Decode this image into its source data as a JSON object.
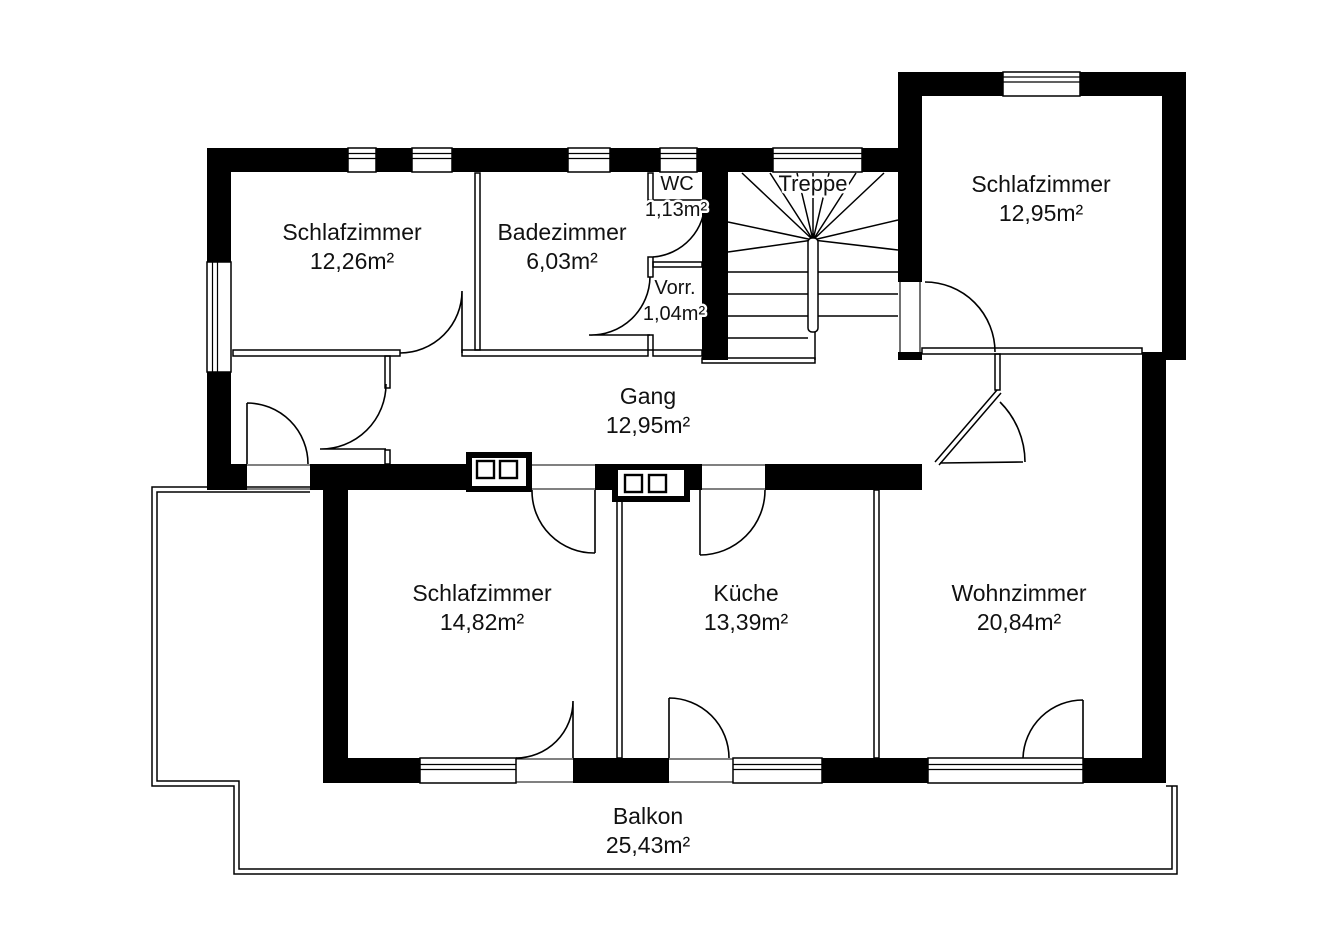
{
  "diagram": {
    "type": "floor-plan",
    "units": "m²",
    "language": "de"
  },
  "colors": {
    "line": "#000000",
    "background": "#ffffff",
    "text": "#111111"
  },
  "rooms": [
    {
      "id": "schlafzimmer-nw",
      "name": "Schlafzimmer",
      "area": "12,26m²"
    },
    {
      "id": "badezimmer",
      "name": "Badezimmer",
      "area": "6,03m²"
    },
    {
      "id": "wc",
      "name": "WC",
      "area": "1,13m²"
    },
    {
      "id": "vorraum",
      "name": "Vorr.",
      "area": "1,04m²"
    },
    {
      "id": "treppe",
      "name": "Treppe",
      "area": ""
    },
    {
      "id": "schlafzimmer-ne",
      "name": "Schlafzimmer",
      "area": "12,95m²"
    },
    {
      "id": "gang",
      "name": "Gang",
      "area": "12,95m²"
    },
    {
      "id": "schlafzimmer-sw",
      "name": "Schlafzimmer",
      "area": "14,82m²"
    },
    {
      "id": "kueche",
      "name": "Küche",
      "area": "13,39m²"
    },
    {
      "id": "wohnzimmer",
      "name": "Wohnzimmer",
      "area": "20,84m²"
    },
    {
      "id": "balkon",
      "name": "Balkon",
      "area": "25,43m²"
    }
  ]
}
